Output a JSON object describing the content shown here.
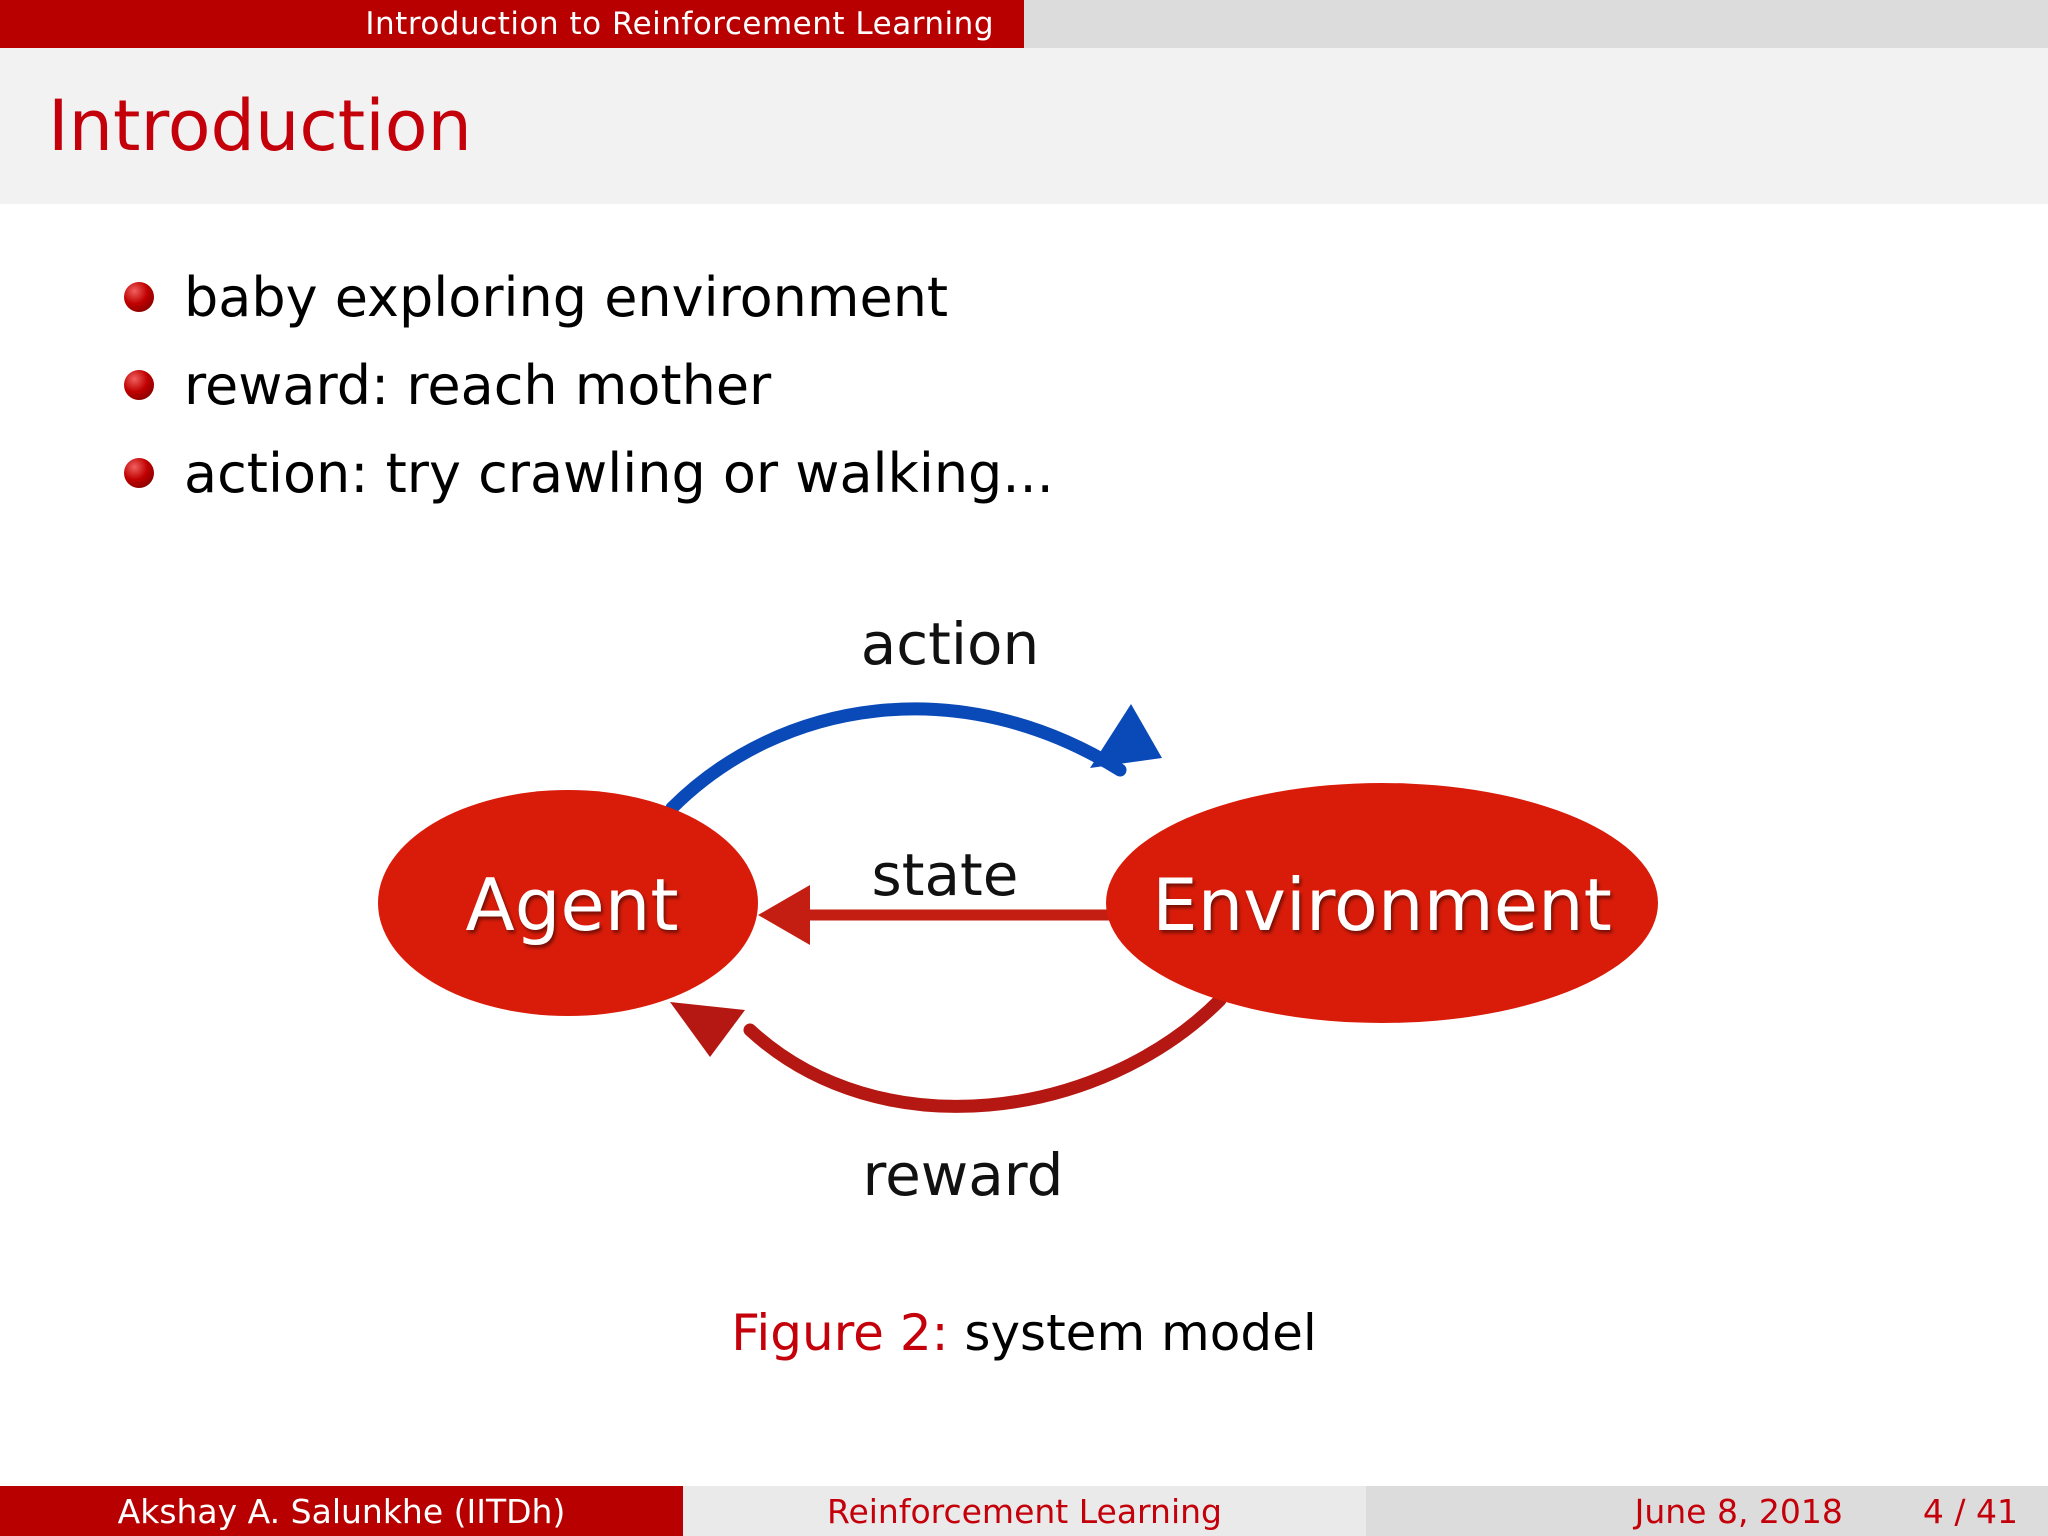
{
  "header": {
    "section_title": "Introduction to Reinforcement Learning"
  },
  "frame": {
    "title": "Introduction"
  },
  "bullets": [
    "baby exploring environment",
    "reward:  reach mother",
    "action:  try crawling or walking..."
  ],
  "diagram": {
    "nodes": {
      "agent": "Agent",
      "environment": "Environment"
    },
    "edges": {
      "action": "action",
      "state": "state",
      "reward": "reward"
    },
    "colors": {
      "node_fill": "#d91c0a",
      "action_arrow": "#0a49b8",
      "state_arrow": "#c41e12",
      "reward_arrow": "#b51812"
    }
  },
  "caption": {
    "label": "Figure 2:",
    "text": "system model"
  },
  "footer": {
    "author": "Akshay A. Salunkhe  (IITDh)",
    "title": "Reinforcement Learning",
    "date": "June 8, 2018",
    "page": "4 / 41"
  }
}
